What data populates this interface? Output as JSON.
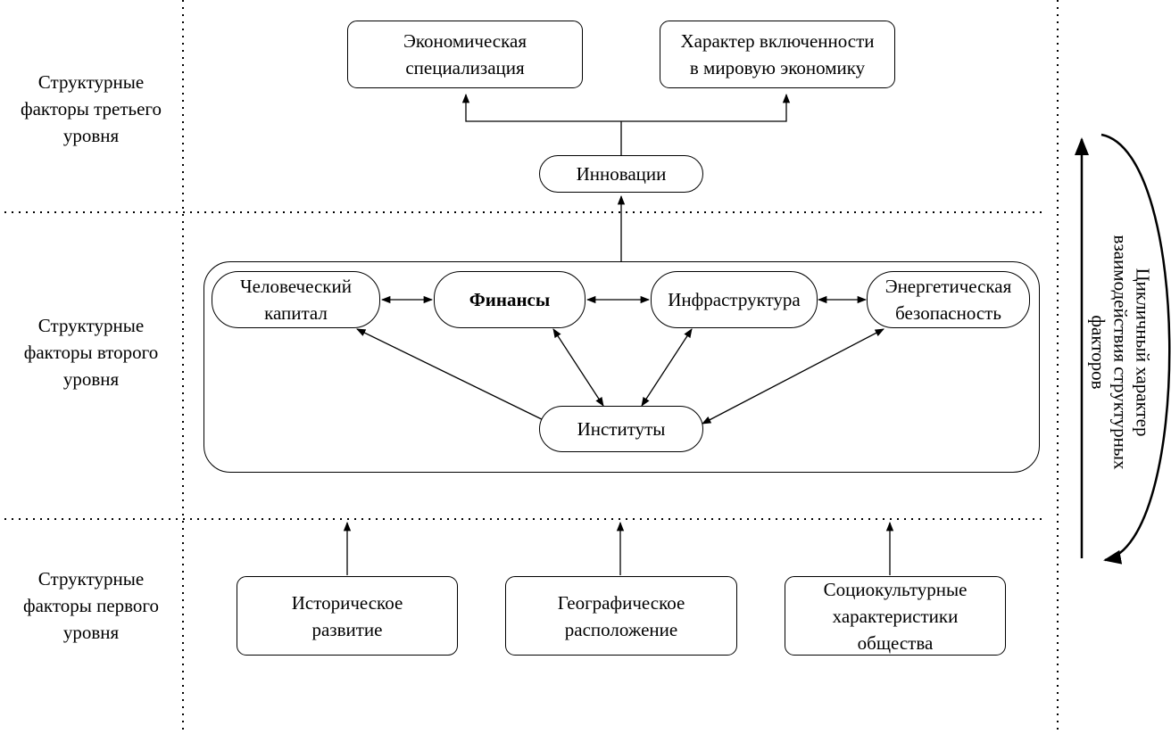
{
  "levels": {
    "third": "Структурные\nфакторы\nтретьего уровня",
    "second": "Структурные\nфакторы\nвторого уровня",
    "first": "Структурные\nфакторы\nпервого уровня"
  },
  "third_level": {
    "econ_spec": "Экономическая\nспециализация",
    "world_econ": "Характер включенности\nв мировую экономику",
    "innovations": "Инновации"
  },
  "second_level": {
    "human_capital": "Человеческий\nкапитал",
    "finance": "Финансы",
    "infrastructure": "Инфраструктура",
    "energy_security": "Энергетическая\nбезопасность",
    "institutions": "Институты"
  },
  "first_level": {
    "historical": "Историческое\nразвитие",
    "geographical": "Географическое\nрасположение",
    "sociocultural": "Социокультурные\nхарактеристики\nобщества"
  },
  "side_label": "Цикличный характер\nвзаимодействия структурных\nфакторов"
}
